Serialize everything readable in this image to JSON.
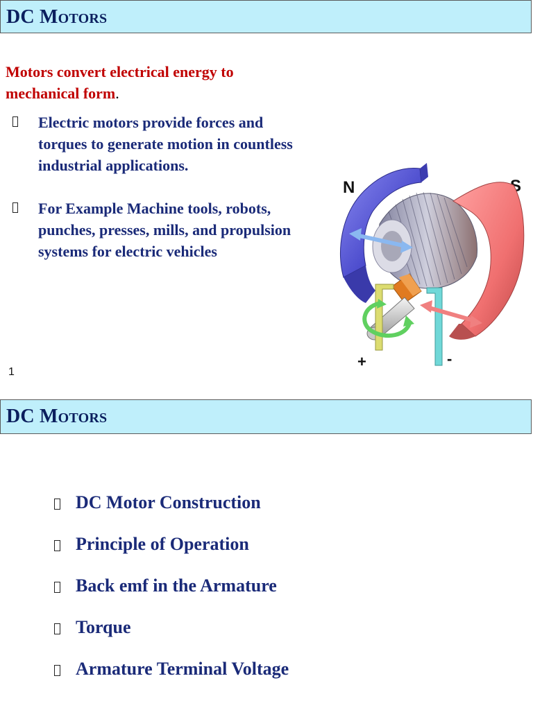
{
  "slide1": {
    "title": "DC Motors",
    "lead_text": "Motors convert electrical energy to mechanical form",
    "lead_period": ".",
    "bullets": [
      {
        "lines": [
          "Electric motors provide forces and",
          "torques to generate motion in countless",
          "industrial applications."
        ]
      },
      {
        "lines": [
          "For Example Machine tools, robots,",
          "punches, presses, mills, and propulsion",
          "systems for electric vehicles"
        ]
      }
    ],
    "page_number": "1",
    "diagram_labels": {
      "north": "N",
      "south": "S",
      "plus": "+",
      "minus": "-"
    }
  },
  "slide2": {
    "title": "DC Motors",
    "items": [
      "DC Motor Construction",
      "Principle of Operation",
      "Back emf in the Armature",
      "Torque",
      "Armature Terminal Voltage"
    ]
  },
  "colors": {
    "title_bar": "#bfeffb",
    "title_text": "#0b1f5e",
    "lead_text": "#c00000",
    "body_text": "#1a2a78",
    "north_pole": "#5a5ad8",
    "south_pole": "#f07070",
    "commutator": "#e07a20"
  }
}
